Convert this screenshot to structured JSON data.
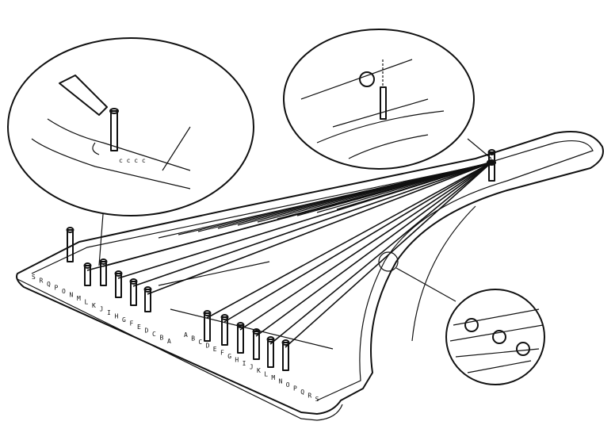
{
  "figure": {
    "title": "String board with pegs and magnified details",
    "left_row_letters": [
      "S",
      "R",
      "Q",
      "P",
      "O",
      "N",
      "M",
      "L",
      "K",
      "J",
      "I",
      "H",
      "G",
      "F",
      "E",
      "D",
      "C",
      "B",
      "A"
    ],
    "front_row_letters": [
      "A",
      "B",
      "C",
      "D",
      "E",
      "F",
      "G",
      "H",
      "I",
      "J",
      "K",
      "L",
      "M",
      "N",
      "O",
      "P",
      "Q",
      "R",
      "S"
    ],
    "colors": {
      "ink": "#111111",
      "paper": "#ffffff"
    }
  }
}
